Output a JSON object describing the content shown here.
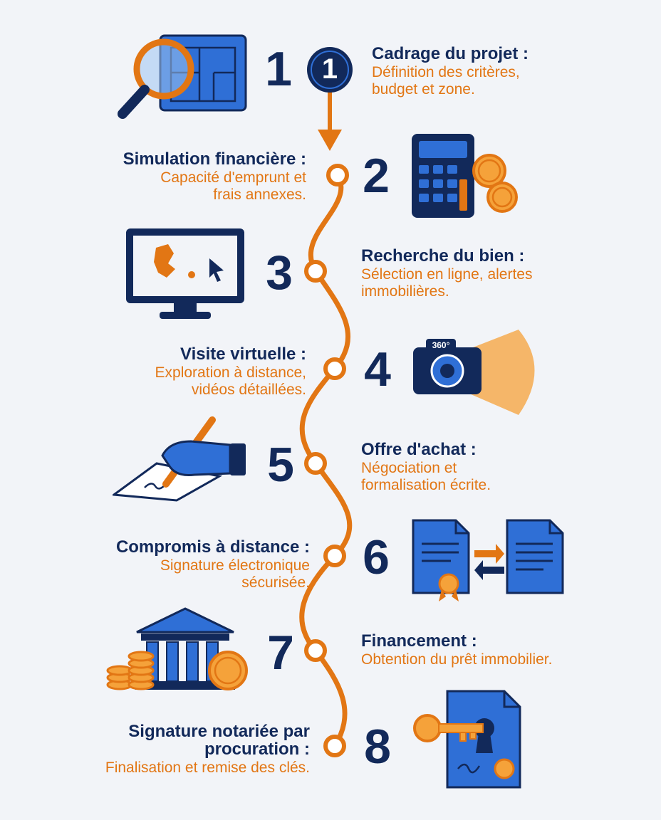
{
  "steps": [
    {
      "number": "1",
      "title": "Cadrage du projet :",
      "desc": [
        "Définition des critères,",
        "budget et zone."
      ],
      "icon": "magnifier-blueprint-icon"
    },
    {
      "number": "2",
      "title": "Simulation financière :",
      "desc": [
        "Capacité d'emprunt et",
        "frais annexes."
      ],
      "icon": "calculator-coins-icon"
    },
    {
      "number": "3",
      "title": "Recherche du bien :",
      "desc": [
        "Sélection en ligne, alertes",
        "immobilières."
      ],
      "icon": "monitor-map-icon"
    },
    {
      "number": "4",
      "title": "Visite virtuelle :",
      "desc": [
        "Exploration à distance,",
        "vidéos détaillées."
      ],
      "icon": "camera-360-icon",
      "badge": "360°"
    },
    {
      "number": "5",
      "title": "Offre d'achat :",
      "desc": [
        "Négociation et",
        "formalisation écrite."
      ],
      "icon": "hand-signing-icon"
    },
    {
      "number": "6",
      "title": "Compromis à distance :",
      "desc": [
        "Signature électronique",
        "sécurisée."
      ],
      "icon": "document-exchange-icon"
    },
    {
      "number": "7",
      "title": "Financement :",
      "desc": [
        "Obtention du prêt immobilier."
      ],
      "icon": "bank-coins-icon"
    },
    {
      "number": "8",
      "title": [
        "Signature notariée par",
        "procuration :"
      ],
      "desc": [
        "Finalisation et remise des clés."
      ],
      "icon": "key-document-icon"
    }
  ],
  "colors": {
    "navy": "#12295a",
    "orange": "#e27614",
    "blue": "#2f6fd6",
    "background": "#f2f4f8"
  }
}
